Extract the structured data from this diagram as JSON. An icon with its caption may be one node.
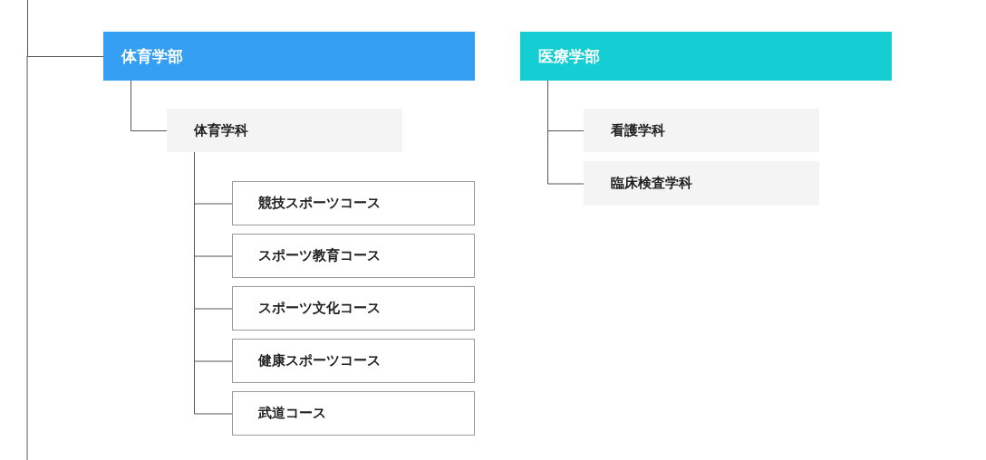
{
  "diagram": {
    "nodes": [
      {
        "text": [
          "体育学部"
        ]
      },
      {
        "text": [
          "医療学部"
        ]
      },
      {
        "text": [
          "体育学科"
        ]
      },
      {
        "text": [
          "競技スポーツコース"
        ]
      },
      {
        "text": [
          "スポーツ教育コース"
        ]
      },
      {
        "text": [
          "スポーツ文化コース"
        ]
      },
      {
        "text": [
          "健康スポーツコース"
        ]
      },
      {
        "text": [
          "武道コース"
        ]
      },
      {
        "text": [
          "看護学科"
        ]
      },
      {
        "text": [
          "臨床検査学科"
        ]
      }
    ],
    "edges": [
      {
        "from": null,
        "to": 0,
        "arrow": "none"
      },
      {
        "from": 0,
        "to": 2,
        "arrow": "none"
      },
      {
        "from": 2,
        "to": 3,
        "arrow": "none"
      },
      {
        "from": 2,
        "to": 4,
        "arrow": "none"
      },
      {
        "from": 2,
        "to": 5,
        "arrow": "none"
      },
      {
        "from": 2,
        "to": 6,
        "arrow": "none"
      },
      {
        "from": 2,
        "to": 7,
        "arrow": "none"
      },
      {
        "from": 1,
        "to": 8,
        "arrow": "none"
      },
      {
        "from": 1,
        "to": 9,
        "arrow": "none"
      }
    ]
  }
}
